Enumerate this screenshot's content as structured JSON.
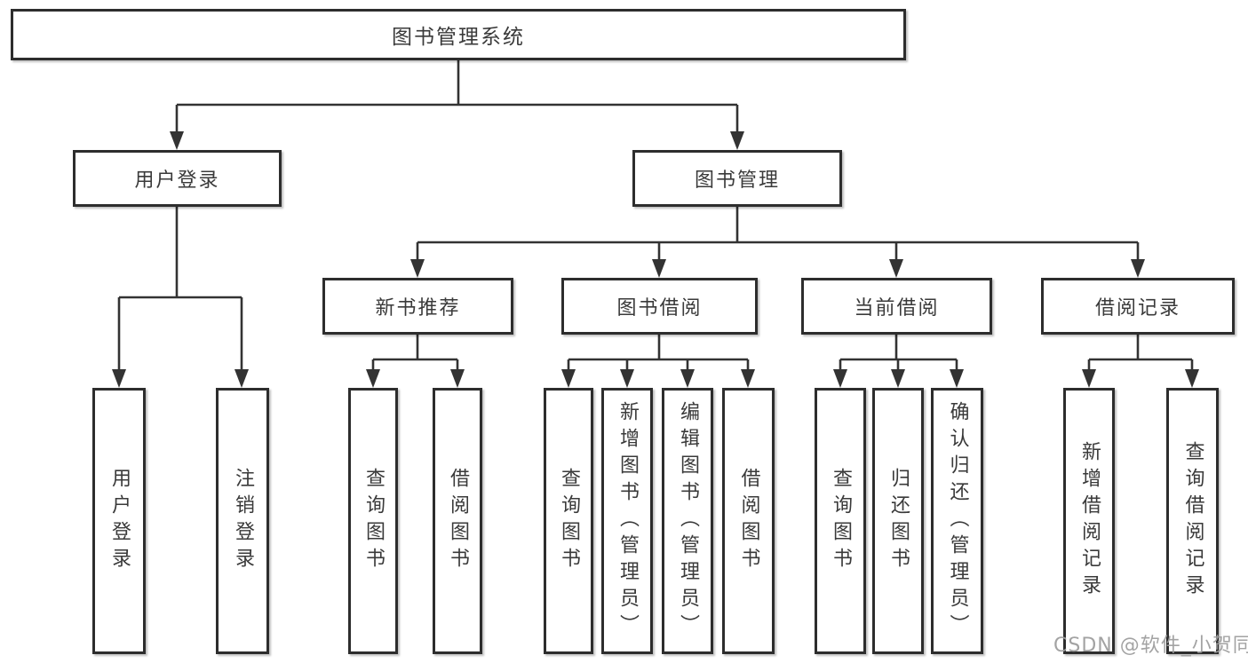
{
  "page": {
    "background": "#ffffff",
    "line_color": "#333333",
    "box_border_color": "#2d2d2d",
    "text_color": "#3a3a3a"
  },
  "watermark": {
    "text": "CSDN @软件_小贺同学",
    "color": "#9e9e9e"
  },
  "tree": {
    "root": {
      "label": "图书管理系统",
      "children": [
        {
          "label": "用户登录",
          "children": [
            {
              "label": "用户登录"
            },
            {
              "label": "注销登录"
            }
          ]
        },
        {
          "label": "图书管理",
          "children": [
            {
              "label": "新书推荐",
              "children": [
                {
                  "label": "查询图书"
                },
                {
                  "label": "借阅图书"
                }
              ]
            },
            {
              "label": "图书借阅",
              "children": [
                {
                  "label": "查询图书"
                },
                {
                  "label": "新增图书（管理员）"
                },
                {
                  "label": "编辑图书（管理员）"
                },
                {
                  "label": "借阅图书"
                }
              ]
            },
            {
              "label": "当前借阅",
              "children": [
                {
                  "label": "查询图书"
                },
                {
                  "label": "归还图书"
                },
                {
                  "label": "确认归还（管理员）"
                }
              ]
            },
            {
              "label": "借阅记录",
              "children": [
                {
                  "label": "新增借阅记录"
                },
                {
                  "label": "查询借阅记录"
                }
              ]
            }
          ]
        }
      ]
    }
  }
}
